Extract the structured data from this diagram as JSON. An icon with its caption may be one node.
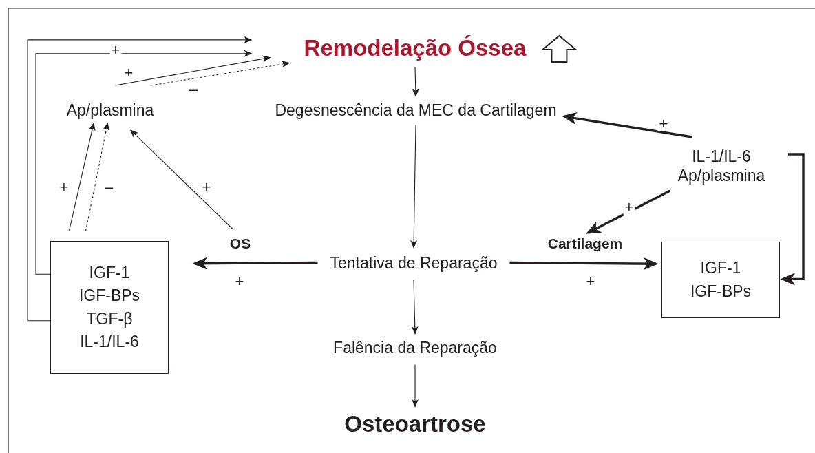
{
  "diagram": {
    "nodes": [
      {
        "text": [
          "Remodelação Óssea"
        ]
      },
      {
        "text": [
          "Ap/plasmina"
        ]
      },
      {
        "text": [
          "Degesnescência da MEC da Cartilagem"
        ]
      },
      {
        "text": [
          "IL-1/IL-6 Ap/plasmina"
        ]
      },
      {
        "text": [
          "OS"
        ]
      },
      {
        "text": [
          "Cartilagem"
        ]
      },
      {
        "text": [
          "Tentativa de Reparação"
        ]
      },
      {
        "text": [
          "IGF-1 IGF-BPs TGF-β IL-1/IL-6"
        ]
      },
      {
        "text": [
          "IGF-1 IGF-BPs"
        ]
      },
      {
        "text": [
          "Falência da Reparação"
        ]
      },
      {
        "text": [
          "Osteoartrose"
        ]
      }
    ],
    "edges": [
      {
        "from": 7,
        "to": 0,
        "arrow": "to",
        "label": "+"
      },
      {
        "from": 7,
        "to": 0,
        "arrow": "to"
      },
      {
        "from": 1,
        "to": 0,
        "arrow": "to",
        "label": "+"
      },
      {
        "from": 1,
        "to": 0,
        "arrow": "to",
        "label": "–",
        "style": "dashed"
      },
      {
        "from": 7,
        "to": 1,
        "arrow": "to",
        "label": "+"
      },
      {
        "from": 7,
        "to": 1,
        "arrow": "to",
        "label": "–",
        "style": "dashed"
      },
      {
        "from": 4,
        "to": 1,
        "arrow": "to",
        "label": "+"
      },
      {
        "from": 0,
        "to": 2,
        "arrow": "to"
      },
      {
        "from": 2,
        "to": 6,
        "arrow": "to"
      },
      {
        "from": 3,
        "to": 2,
        "arrow": "to",
        "label": "+",
        "style": "thick"
      },
      {
        "from": 3,
        "to": 5,
        "arrow": "to",
        "label": "+",
        "style": "thick"
      },
      {
        "from": 3,
        "to": 8,
        "arrow": "to",
        "style": "thick"
      },
      {
        "from": 6,
        "to": 7,
        "arrow": "to",
        "label": "+",
        "style": "thick"
      },
      {
        "from": 6,
        "to": 8,
        "arrow": "to",
        "label": "+",
        "style": "thick"
      },
      {
        "from": 6,
        "to": 9,
        "arrow": "to"
      },
      {
        "from": 9,
        "to": 10,
        "arrow": "to"
      }
    ]
  }
}
